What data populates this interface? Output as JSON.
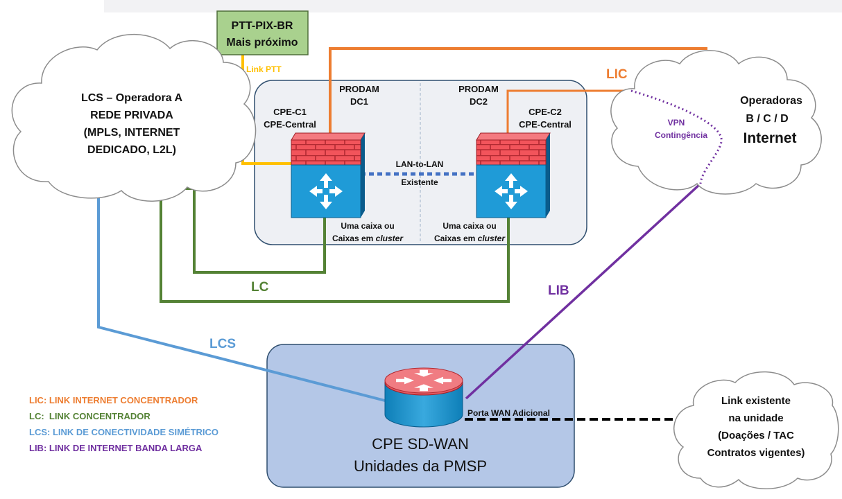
{
  "colors": {
    "lic": "#ED7D31",
    "lc": "#548235",
    "lcs": "#5B9BD5",
    "lib": "#7030A0",
    "ptt": "#FFC000",
    "lan": "#4472C4",
    "cloud_stroke": "#8C8C8C",
    "dc_fill": "#EEF0F4",
    "cpe_fill": "#B4C7E7",
    "ptt_fill": "#A9D18E"
  },
  "ptt_box": {
    "line1": "PTT-PIX-BR",
    "line2": "Mais próximo"
  },
  "link_ptt": "Link PTT",
  "cloud_left": {
    "lines": [
      "LCS – Operadora A",
      "REDE PRIVADA",
      "(MPLS, INTERNET",
      "DEDICADO, L2L)"
    ]
  },
  "cloud_right": {
    "line1": "Operadoras",
    "line2": "B / C / D",
    "line3": "Internet"
  },
  "cloud_bottom": {
    "lines": [
      "Link existente",
      "na unidade",
      "(Doações / TAC",
      "Contratos vigentes)"
    ]
  },
  "dc1": {
    "title1": "PRODAM",
    "title2": "DC1",
    "cpe1": "CPE-C1",
    "cpe2": "CPE-Central",
    "note1": "Uma caixa ou",
    "note2": "Caixas em ",
    "note2_italic": "cluster"
  },
  "dc2": {
    "title1": "PRODAM",
    "title2": "DC2",
    "cpe1": "CPE-C2",
    "cpe2": "CPE-Central",
    "note1": "Uma caixa ou",
    "note2": "Caixas em ",
    "note2_italic": "cluster"
  },
  "lan_to_lan": {
    "line1": "LAN-to-LAN",
    "line2": "Existente"
  },
  "vpn": {
    "line1": "VPN",
    "line2": "Contingência"
  },
  "labels": {
    "lic": "LIC",
    "lc": "LC",
    "lcs": "LCS",
    "lib": "LIB"
  },
  "cpe_sdwan": {
    "line1": "CPE SD-WAN",
    "line2": "Unidades da PMSP",
    "port": "Porta WAN Adicional"
  },
  "legend": [
    {
      "text": "LIC: LINK INTERNET CONCENTRADOR",
      "color": "#ED7D31"
    },
    {
      "text": "LC:  LINK CONCENTRADOR",
      "color": "#548235"
    },
    {
      "text": "LCS: LINK DE CONECTIVIDADE SIMÉTRICO",
      "color": "#5B9BD5"
    },
    {
      "text": "LIB: LINK DE INTERNET BANDA LARGA",
      "color": "#7030A0"
    }
  ]
}
